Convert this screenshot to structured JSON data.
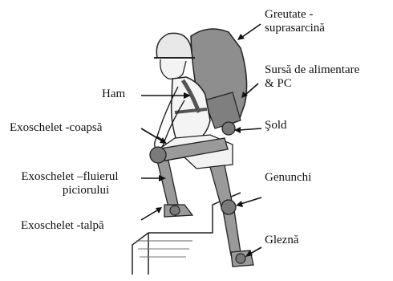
{
  "labels": {
    "ham": "Ham",
    "exo_thigh": "Exoschelet -coapsă",
    "exo_shin_line1": "Exoschelet –fluierul",
    "exo_shin_line2": "piciorului",
    "exo_foot": "Exoschelet -talpă",
    "load_line1": "Greutate -",
    "load_line2": "suprasarcină",
    "power_line1": "Sursă de alimentare",
    "power_line2": "& PC",
    "hip": "Şold",
    "knee": "Genunchi",
    "ankle": "Gleznă"
  },
  "colors": {
    "ink": "#111111",
    "backpack": "#8e8e8e",
    "exo": "#9a9a9a",
    "joint": "#7a7a7a"
  }
}
